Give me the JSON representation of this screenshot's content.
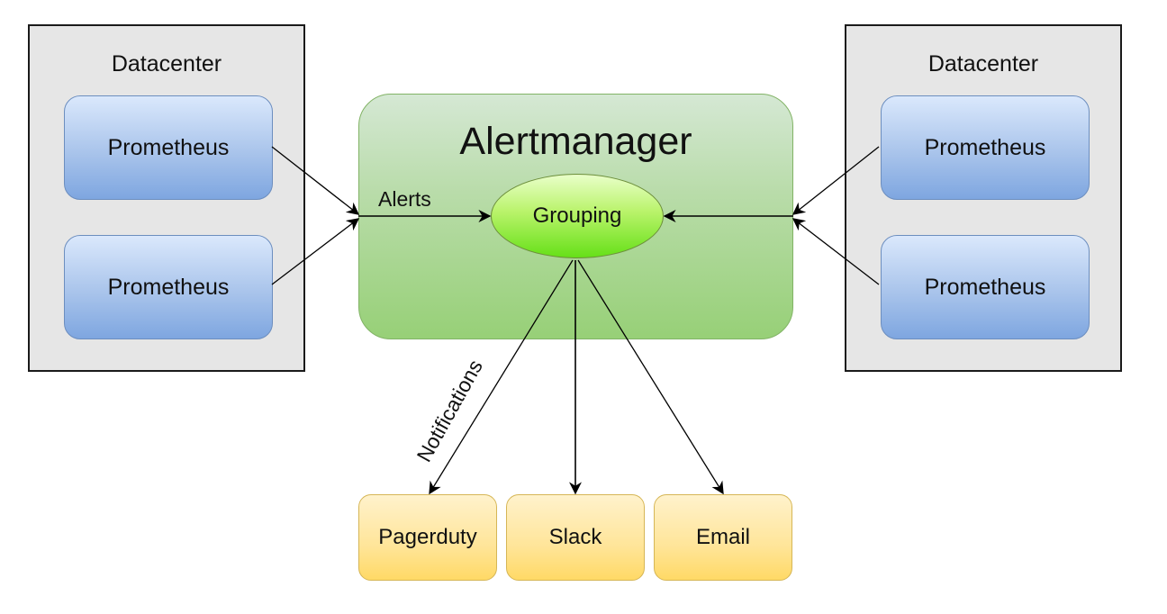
{
  "diagram": {
    "left_datacenter": {
      "title": "Datacenter",
      "nodes": [
        "Prometheus",
        "Prometheus"
      ]
    },
    "right_datacenter": {
      "title": "Datacenter",
      "nodes": [
        "Prometheus",
        "Prometheus"
      ]
    },
    "alertmanager": {
      "title": "Alertmanager",
      "inner_node": "Grouping"
    },
    "edge_labels": {
      "alerts": "Alerts",
      "notifications": "Notifications"
    },
    "receivers": [
      "Pagerduty",
      "Slack",
      "Email"
    ],
    "colors": {
      "datacenter_fill": "#e6e6e6",
      "prometheus_fill": "#a9c4eb",
      "alertmanager_fill": "#b9dcaa",
      "grouping_fill": "#8be33a",
      "receiver_fill": "#ffe599"
    },
    "edges": [
      {
        "from": "left_datacenter.prometheus_1",
        "to": "alertmanager"
      },
      {
        "from": "left_datacenter.prometheus_2",
        "to": "alertmanager"
      },
      {
        "from": "right_datacenter.prometheus_1",
        "to": "alertmanager"
      },
      {
        "from": "right_datacenter.prometheus_2",
        "to": "alertmanager"
      },
      {
        "from": "alertmanager",
        "to": "grouping",
        "label": "Alerts"
      },
      {
        "from": "alertmanager",
        "to": "grouping"
      },
      {
        "from": "grouping",
        "to": "Pagerduty",
        "label": "Notifications"
      },
      {
        "from": "grouping",
        "to": "Slack"
      },
      {
        "from": "grouping",
        "to": "Email"
      }
    ]
  }
}
